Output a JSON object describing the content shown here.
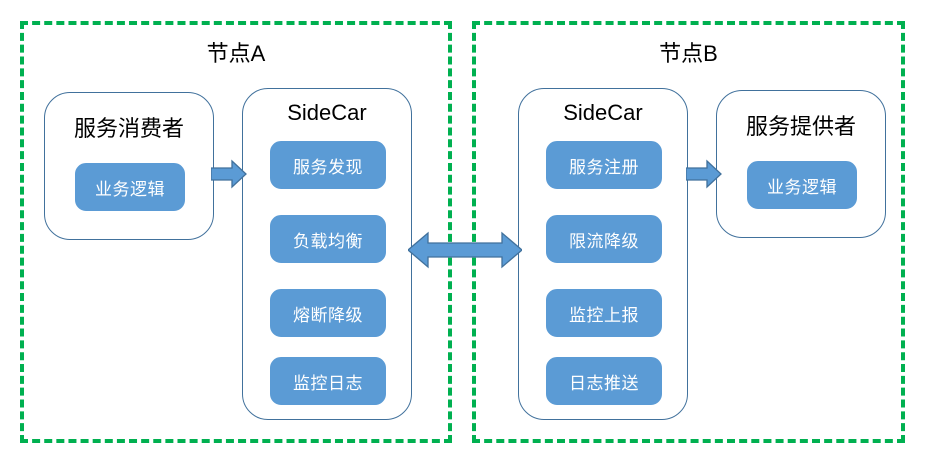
{
  "diagram": {
    "title_hidden": "",
    "colors": {
      "zone_border": "#00B050",
      "panel_border": "#41719C",
      "pill_fill": "#5B9BD5",
      "arrow_fill": "#5B9BD5",
      "arrow_stroke": "#41719C",
      "background": "#FFFFFF",
      "text": "#000000",
      "pill_text": "#FFFFFF"
    },
    "nodes": [
      {
        "id": "node-a",
        "title": "节点A",
        "panels": [
          {
            "id": "service-consumer",
            "title": "服务消费者",
            "pills": [
              {
                "id": "business-logic-a",
                "label": "业务逻辑"
              }
            ]
          },
          {
            "id": "sidecar-a",
            "title": "SideCar",
            "pills": [
              {
                "id": "service-discovery",
                "label": "服务发现"
              },
              {
                "id": "load-balance",
                "label": "负载均衡"
              },
              {
                "id": "circuit-breaker",
                "label": "熔断降级"
              },
              {
                "id": "monitor-log",
                "label": "监控日志"
              }
            ]
          }
        ]
      },
      {
        "id": "node-b",
        "title": "节点B",
        "panels": [
          {
            "id": "sidecar-b",
            "title": "SideCar",
            "pills": [
              {
                "id": "service-register",
                "label": "服务注册"
              },
              {
                "id": "rate-limit",
                "label": "限流降级"
              },
              {
                "id": "monitor-report",
                "label": "监控上报"
              },
              {
                "id": "log-push",
                "label": "日志推送"
              }
            ]
          },
          {
            "id": "service-provider",
            "title": "服务提供者",
            "pills": [
              {
                "id": "business-logic-b",
                "label": "业务逻辑"
              }
            ]
          }
        ]
      }
    ],
    "connectors": [
      {
        "id": "consumer-to-sidecar-a",
        "direction": "right",
        "icon": "arrow-right-icon"
      },
      {
        "id": "sidecar-a-to-sidecar-b",
        "direction": "both",
        "icon": "arrow-bidirectional-icon"
      },
      {
        "id": "sidecar-b-to-provider",
        "direction": "right",
        "icon": "arrow-right-icon"
      }
    ]
  }
}
